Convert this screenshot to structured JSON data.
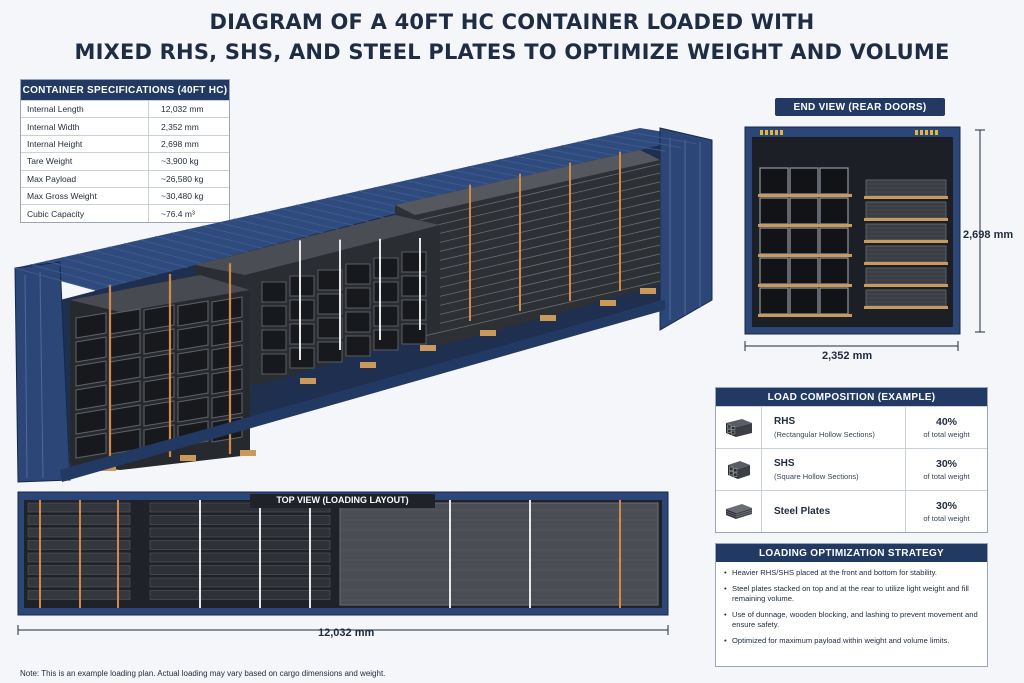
{
  "title": {
    "line1": "DIAGRAM OF A 40FT HC CONTAINER LOADED WITH",
    "line2": "MIXED RHS, SHS, AND STEEL PLATES TO OPTIMIZE WEIGHT AND VOLUME"
  },
  "specs": {
    "header": "CONTAINER SPECIFICATIONS (40FT HC)",
    "rows": [
      {
        "label": "Internal Length",
        "value": "12,032 mm"
      },
      {
        "label": "Internal Width",
        "value": "2,352 mm"
      },
      {
        "label": "Internal Height",
        "value": "2,698 mm"
      },
      {
        "label": "Tare Weight",
        "value": "~3,900 kg"
      },
      {
        "label": "Max Payload",
        "value": "~26,580 kg"
      },
      {
        "label": "Max Gross Weight",
        "value": "~30,480 kg"
      },
      {
        "label": "Cubic Capacity",
        "value": "~76.4 m³"
      }
    ]
  },
  "end_view": {
    "header": "END VIEW (REAR DOORS)",
    "height_label": "2,698 mm",
    "width_label": "2,352 mm"
  },
  "top_view": {
    "header": "TOP VIEW (LOADING LAYOUT)",
    "length_label": "12,032 mm"
  },
  "composition": {
    "header": "LOAD COMPOSITION (EXAMPLE)",
    "rows": [
      {
        "icon": "rhs-bundle-icon",
        "name": "RHS",
        "desc": "(Rectangular Hollow Sections)",
        "percent": "40%",
        "unit": "of total weight"
      },
      {
        "icon": "shs-bundle-icon",
        "name": "SHS",
        "desc": "(Square Hollow Sections)",
        "percent": "30%",
        "unit": "of total weight"
      },
      {
        "icon": "steel-plates-icon",
        "name": "Steel Plates",
        "desc": "",
        "percent": "30%",
        "unit": "of total weight"
      }
    ]
  },
  "strategy": {
    "header": "LOADING OPTIMIZATION STRATEGY",
    "items": [
      "Heavier RHS/SHS placed at the front and bottom for stability.",
      "Steel plates stacked on top and at the rear to utilize light weight and fill remaining volume.",
      "Use of dunnage, wooden blocking, and lashing to prevent movement and ensure safety.",
      "Optimized for maximum payload within weight and volume limits."
    ]
  },
  "note": "Note: This is an example loading plan. Actual loading may vary based on cargo dimensions and weight.",
  "colors": {
    "container_blue": "#2c4677",
    "header_navy": "#223a63",
    "steel": "#3b3f45",
    "wood": "#c99a5b",
    "strap": "#d08a4a"
  }
}
